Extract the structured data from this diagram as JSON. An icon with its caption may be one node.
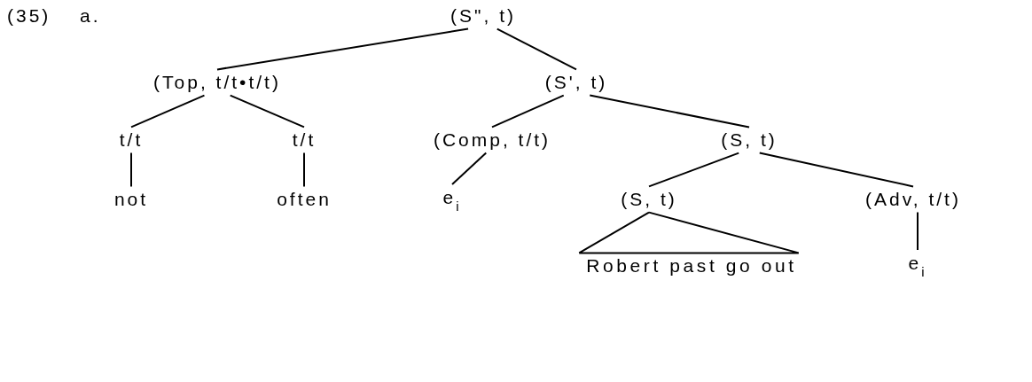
{
  "diagram": {
    "nodes": [
      {
        "text": [
          "(S\", t)"
        ]
      },
      {
        "text": [
          "(Top, t/t•t/t)"
        ]
      },
      {
        "text": [
          "(S', t)"
        ]
      },
      {
        "text": [
          "t/t"
        ]
      },
      {
        "text": [
          "t/t"
        ]
      },
      {
        "text": [
          "(Comp, t/t)"
        ]
      },
      {
        "text": [
          "(S, t)"
        ]
      },
      {
        "text": [
          "not"
        ]
      },
      {
        "text": [
          "often"
        ]
      },
      {
        "text": [
          "e$_{i}$"
        ]
      },
      {
        "text": [
          "(S, t)"
        ]
      },
      {
        "text": [
          "(Adv, t/t)"
        ]
      },
      {
        "text": [
          "Robert past go out"
        ]
      },
      {
        "text": [
          "e$_{i}$"
        ]
      }
    ],
    "edges": [
      {
        "from": 0,
        "to": 1,
        "arrow": "none"
      },
      {
        "from": 0,
        "to": 2,
        "arrow": "none"
      },
      {
        "from": 1,
        "to": 3,
        "arrow": "none"
      },
      {
        "from": 1,
        "to": 4,
        "arrow": "none"
      },
      {
        "from": 2,
        "to": 5,
        "arrow": "none"
      },
      {
        "from": 2,
        "to": 6,
        "arrow": "none"
      },
      {
        "from": 3,
        "to": 7,
        "arrow": "none"
      },
      {
        "from": 4,
        "to": 8,
        "arrow": "none"
      },
      {
        "from": 5,
        "to": 9,
        "arrow": "none"
      },
      {
        "from": 6,
        "to": 10,
        "arrow": "none"
      },
      {
        "from": 6,
        "to": 11,
        "arrow": "none"
      },
      {
        "from": 10,
        "to": 12,
        "arrow": "none"
      },
      {
        "from": 11,
        "to": 13,
        "arrow": "none"
      }
    ],
    "labels": [
      "(35)",
      "a."
    ]
  }
}
